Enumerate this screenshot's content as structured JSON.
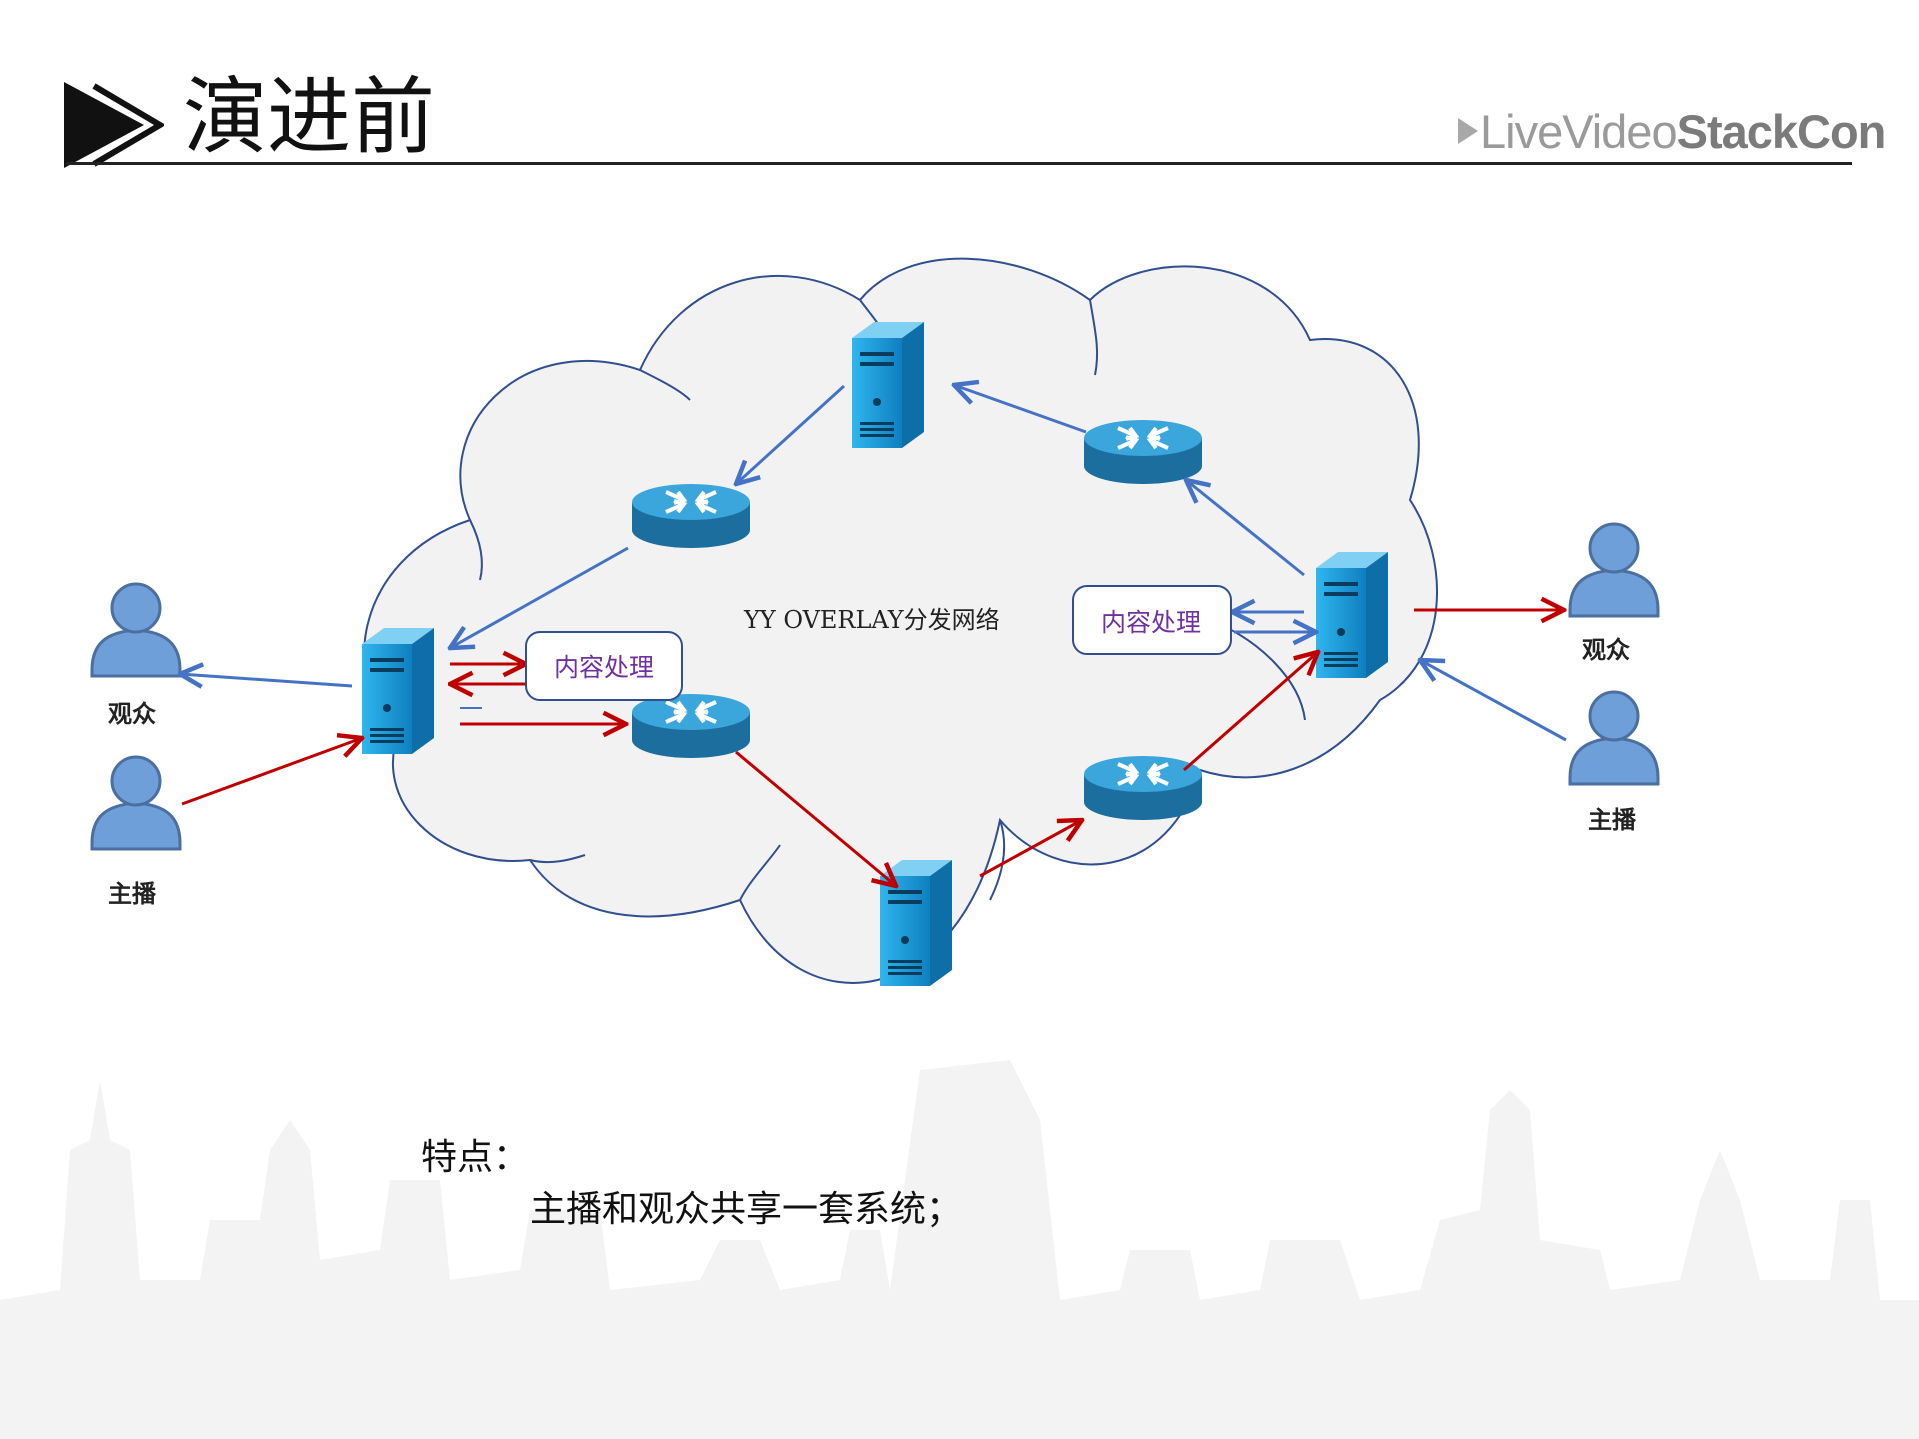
{
  "slide": {
    "title": "演进前",
    "brand_light": "LiveVideo",
    "brand_bold": "StackCon"
  },
  "diagram": {
    "network_label": "YY OVERLAY分发网络",
    "left_viewer": "观众",
    "left_anchor": "主播",
    "right_viewer": "观众",
    "right_anchor": "主播",
    "left_process": "内容处理",
    "right_process": "内容处理",
    "colors": {
      "upstream_arrow": "#c00000",
      "downstream_arrow": "#4472c4",
      "process_text": "#7030a0",
      "cloud_fill": "#f2f2f2",
      "cloud_stroke": "#2f4f8f",
      "server": "#1a9ad6",
      "router": "#2a8fc4",
      "person": "#6f9fd8"
    }
  },
  "features": {
    "label": "特点：",
    "items": [
      "主播和观众共享一套系统；"
    ]
  }
}
